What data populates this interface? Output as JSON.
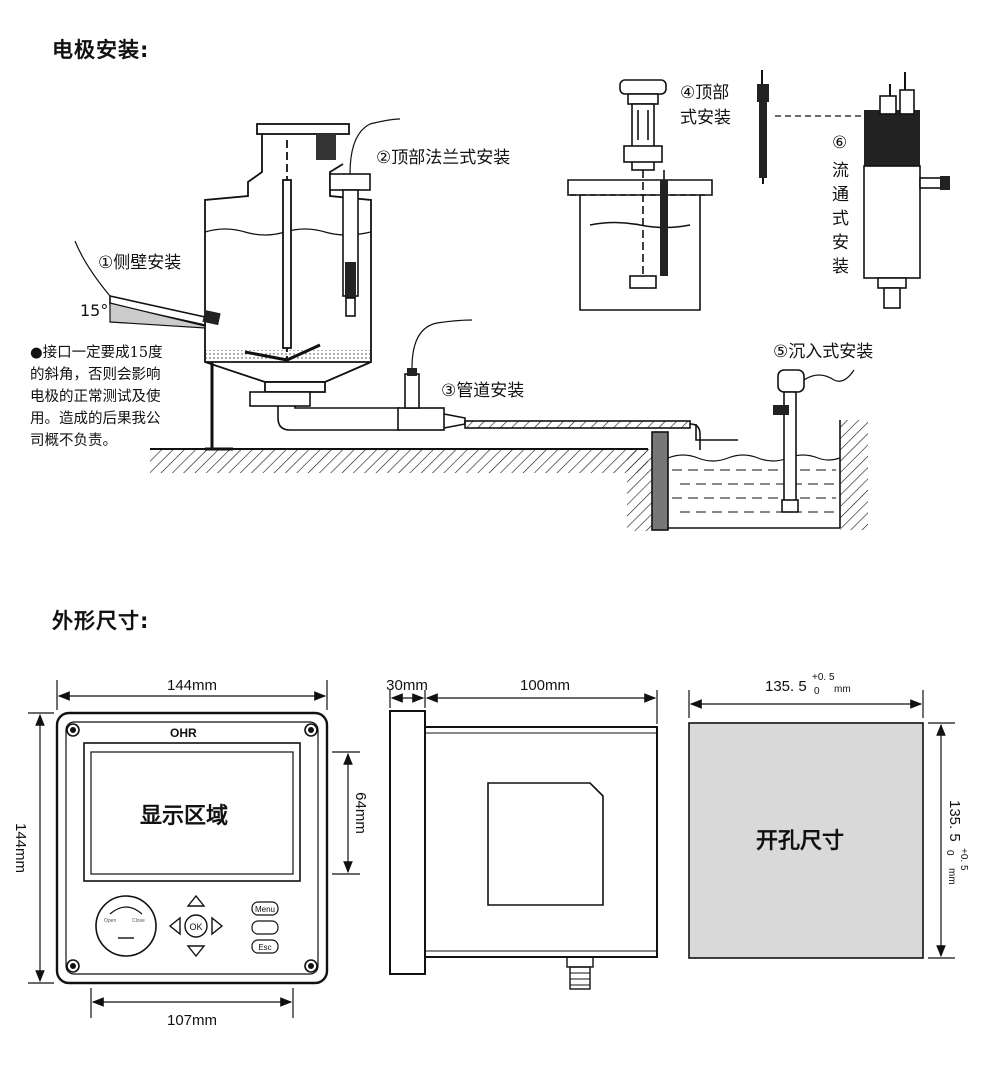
{
  "sections": {
    "install_title": "电极安装:",
    "dimension_title": "外形尺寸:"
  },
  "install": {
    "side_wall": "①侧壁安装",
    "angle": "15°",
    "top_flange": "②顶部法兰式安装",
    "pipeline": "③管道安装",
    "top_line1": "④顶部",
    "top_line2": "式安装",
    "submerged": "⑤沉入式安装",
    "flow_num": "⑥",
    "flow_chars": [
      "流",
      "通",
      "式",
      "安",
      "装"
    ],
    "note_lines": [
      "●接口一定要成15度",
      "的斜角，否则会影响",
      "电极的正常测试及使",
      "用。造成的后果我公",
      "司概不负责。"
    ]
  },
  "dimensions": {
    "front_width": "144mm",
    "front_height": "144mm",
    "display_height": "64mm",
    "panel_width": "107mm",
    "brand": "OHR",
    "display_area": "显示区域",
    "keys": {
      "menu": "Menu",
      "ok": "OK",
      "esc": "Esc",
      "open": "Open",
      "close": "Close"
    },
    "side_front": "30mm",
    "side_depth": "100mm",
    "cutout_w_main": "135. 5",
    "cutout_w_tol_up": "+0. 5",
    "cutout_w_tol_down": "0",
    "cutout_w_unit": "mm",
    "cutout_h_main": "135. 5",
    "cutout_h_tol_up": "+0. 5",
    "cutout_h_tol_down": "0",
    "cutout_h_unit": "mm",
    "cutout_label": "开孔尺寸"
  },
  "colors": {
    "ink": "#111111",
    "cutout_fill": "#d9d9d9",
    "wall_fill": "#6e6e6e"
  }
}
